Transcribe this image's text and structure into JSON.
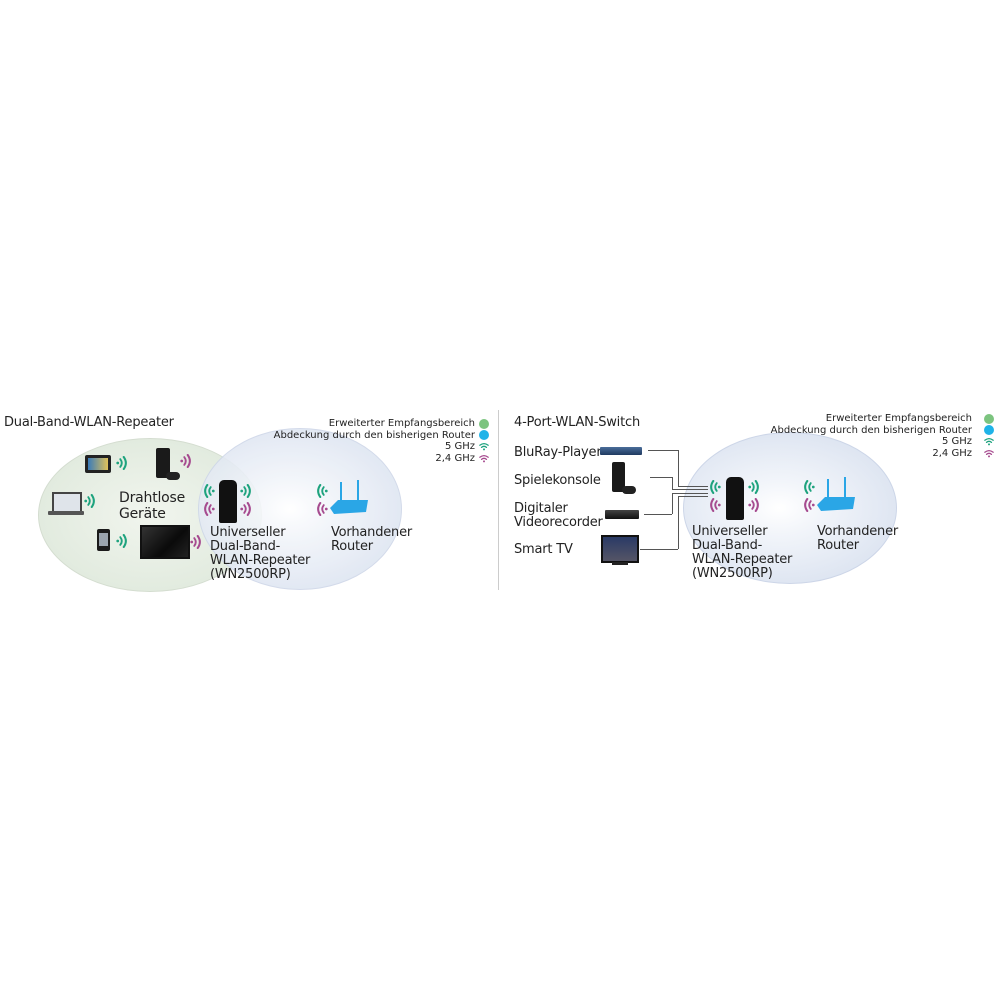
{
  "left_panel": {
    "title": "Dual-Band-WLAN-Repeater",
    "wireless_devices_label_line1": "Drahtlose",
    "wireless_devices_label_line2": "Geräte",
    "repeater_label": [
      "Universeller",
      "Dual-Band-",
      "WLAN-Repeater",
      "(WN2500RP)"
    ],
    "router_label": [
      "Vorhandener",
      "Router"
    ],
    "devices": [
      {
        "name": "tablet",
        "signal": "5 GHz"
      },
      {
        "name": "game-console",
        "signal": "2,4 GHz"
      },
      {
        "name": "laptop",
        "signal": "5 GHz"
      },
      {
        "name": "smartphone",
        "signal": "5 GHz"
      },
      {
        "name": "television",
        "signal": "2,4 GHz"
      }
    ]
  },
  "right_panel": {
    "title": "4-Port-WLAN-Switch",
    "wired_devices": [
      {
        "label": "BluRay-Player",
        "icon": "bluray-player-icon"
      },
      {
        "label": "Spielekonsole",
        "icon": "game-console-icon"
      },
      {
        "label_line1": "Digitaler",
        "label_line2": "Videorecorder",
        "icon": "dvr-icon"
      },
      {
        "label": "Smart TV",
        "icon": "smart-tv-icon"
      }
    ],
    "repeater_label": [
      "Universeller",
      "Dual-Band-",
      "WLAN-Repeater",
      "(WN2500RP)"
    ],
    "router_label": [
      "Vorhandener",
      "Router"
    ]
  },
  "legend": {
    "items": [
      {
        "label": "Erweiterter Empfangsbereich",
        "symbol": "circle",
        "color": "#7cc47f"
      },
      {
        "label": "Abdeckung durch den bisherigen Router",
        "symbol": "circle",
        "color": "#1fb3e8"
      },
      {
        "label": "5 GHz",
        "symbol": "wifi",
        "color": "#1ea37e"
      },
      {
        "label": "2,4 GHz",
        "symbol": "wifi",
        "color": "#a64b8f"
      }
    ]
  },
  "colors": {
    "signal_5ghz": "#1ea37e",
    "signal_24ghz": "#a64b8f",
    "router_blue": "#2aa6e6",
    "extended_area": "#e2ebdf",
    "router_area": "#dfe6f2"
  }
}
